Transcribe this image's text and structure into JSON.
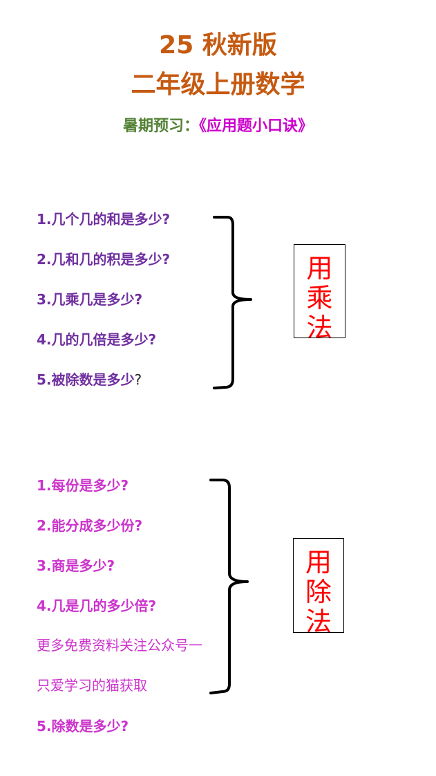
{
  "header": {
    "title_line1": "25 秋新版",
    "title_line2": "二年级上册数学",
    "subtitle_lead": "暑期预习：",
    "subtitle_book": "《应用题小口诀》"
  },
  "multiplication": {
    "items": [
      "1.几个几的和是多少?",
      "2.几和几的积是多少?",
      "3.几乘几是多少?",
      "4.几的几倍是多少?",
      "5.被除数是多少"
    ],
    "last_item_suffix": "?",
    "method_chars": [
      "用",
      "乘",
      "法"
    ]
  },
  "division": {
    "items": [
      "1.每份是多少?",
      "2.能分成多少份?",
      "3.商是多少?",
      "4.几是几的多少倍?",
      "更多免费资料关注公众号一",
      "只爱学习的猫获取",
      "5.除数是多少?"
    ],
    "method_chars": [
      "用",
      "除",
      "法"
    ]
  },
  "colors": {
    "title": "#c55a11",
    "subtitle_lead": "#538135",
    "subtitle_book": "#cc00cc",
    "multiplication_text": "#7030a0",
    "division_text": "#cc33cc",
    "method_text": "#ff0000"
  }
}
